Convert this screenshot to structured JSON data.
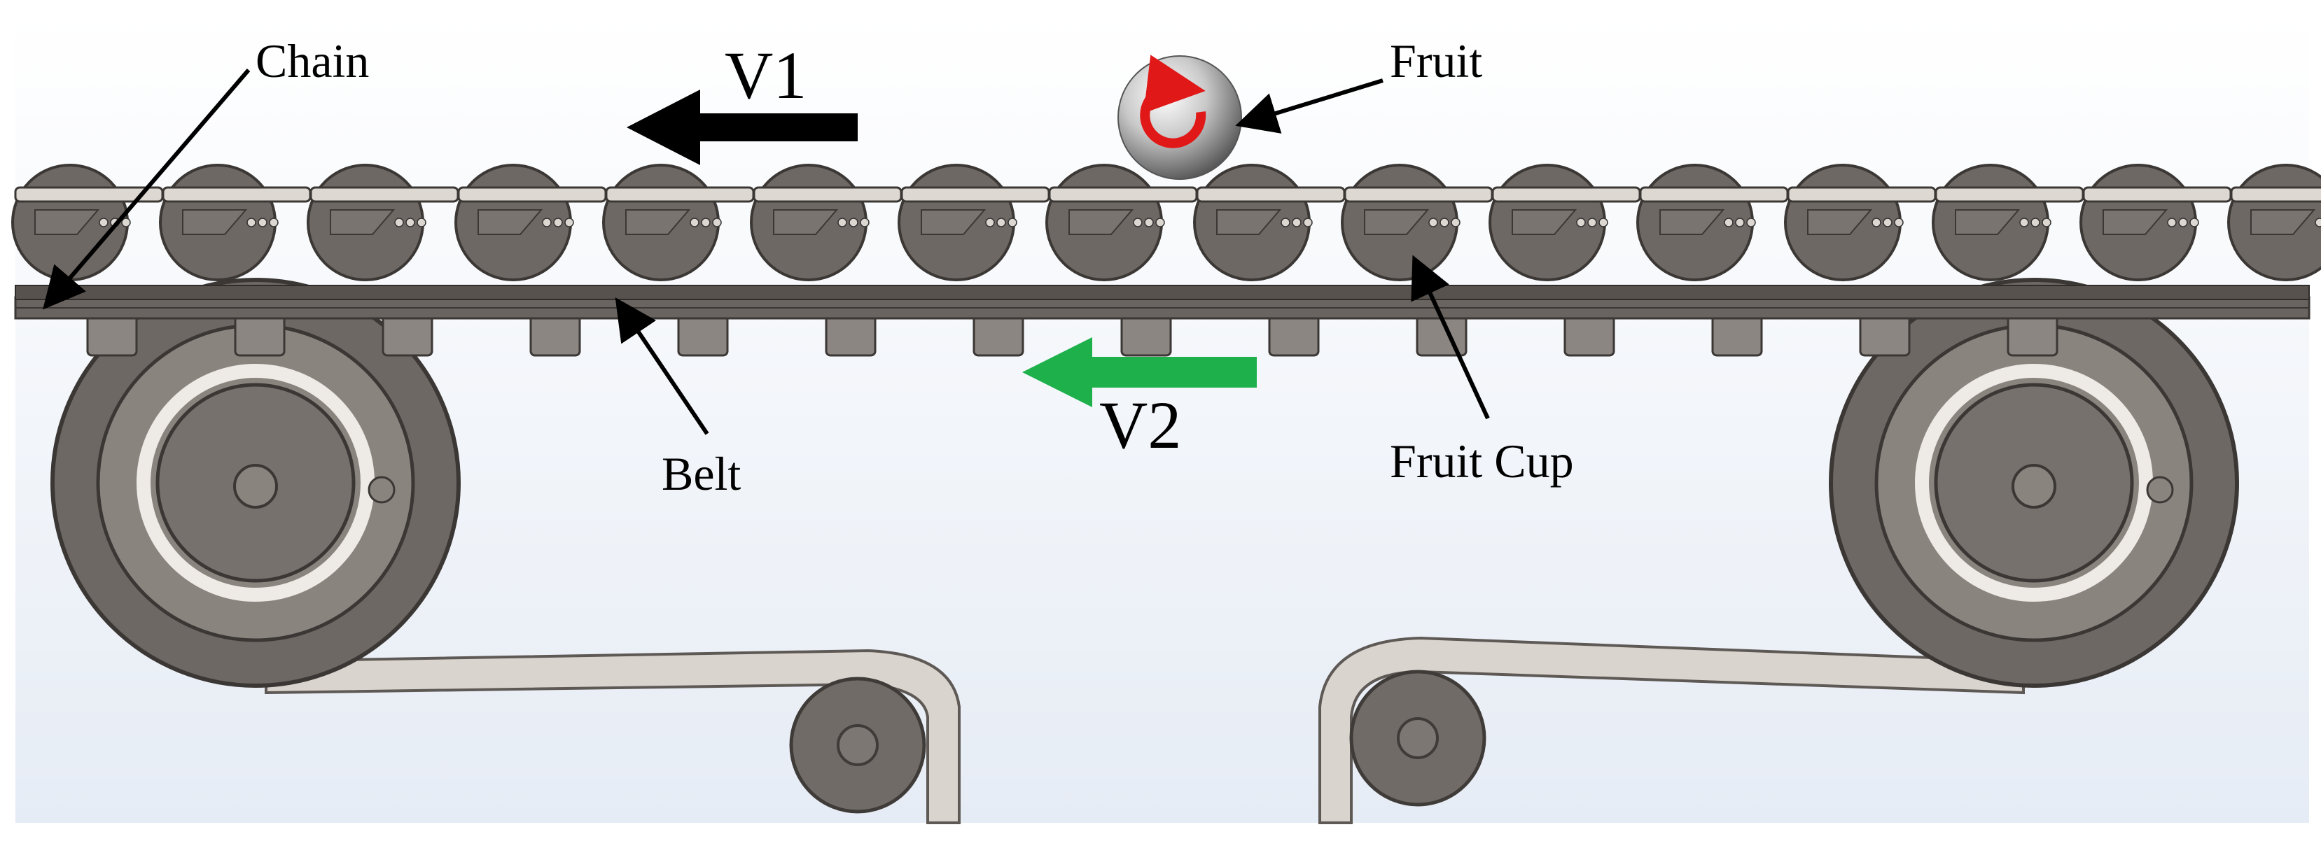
{
  "labels": {
    "chain": "Chain",
    "v1": "V1",
    "fruit": "Fruit",
    "v2": "V2",
    "belt": "Belt",
    "fruit_cup": "Fruit Cup"
  },
  "colors": {
    "metal_dark": "#6e6864",
    "metal_mid": "#8c8682",
    "metal_light": "#ddd8d2",
    "arrow_black": "#000000",
    "arrow_green": "#1db04b",
    "rotation_red": "#e01818",
    "background_top": "#ffffff",
    "background_bottom": "#e6ecf5"
  },
  "diagram": {
    "fruit_cup_count": 16,
    "belt_lug_count": 14,
    "main_pulley_count": 2,
    "tension_pulley_count": 2
  },
  "icons": {
    "fruit": "sphere-with-rotation-arrow",
    "v1": "arrow-left",
    "v2": "arrow-left"
  }
}
